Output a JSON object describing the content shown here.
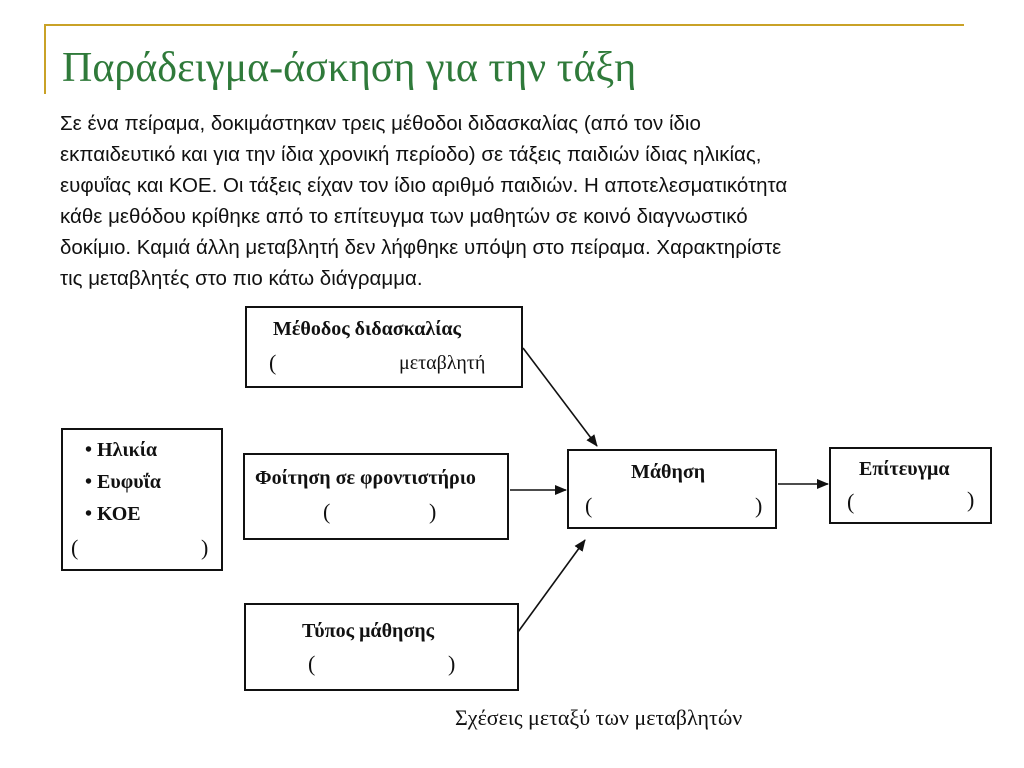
{
  "title": "Παράδειγμα-άσκηση για την τάξη",
  "paragraph_lines": [
    "Σε ένα πείραμα, δοκιμάστηκαν τρεις μέθοδοι διδασκαλίας (από τον ίδιο",
    "εκπαιδευτικό και για την ίδια χρονική περίοδο) σε τάξεις παιδιών ίδιας ηλικίας,",
    "ευφυΐας και ΚΟΕ. Οι τάξεις είχαν τον ίδιο αριθμό παιδιών. Η αποτελεσματικότητα",
    "κάθε μεθόδου κρίθηκε από το επίτευγμα των μαθητών σε κοινό διαγνωστικό",
    "δοκίμιο. Καμιά άλλη μεταβλητή δεν λήφθηκε υπόψη στο πείραμα. Χαρακτηρίστε",
    "τις μεταβλητές στο πιο κάτω διάγραμμα."
  ],
  "diagram": {
    "method_box": {
      "label": "Μέθοδος διδασκαλίας",
      "open_paren": "(",
      "variable_word": "μεταβλητή"
    },
    "controls_box": {
      "items": [
        "Ηλικία",
        "Ευφυΐα",
        "ΚΟΕ"
      ],
      "open_paren": "(",
      "close_paren": ")"
    },
    "tutoring_box": {
      "label": "Φοίτηση σε φροντιστήριο",
      "open_paren": "(",
      "close_paren": ")"
    },
    "learning_box": {
      "label": "Μάθηση",
      "open_paren": "(",
      "close_paren": ")"
    },
    "achievement_box": {
      "label": "Επίτευγμα",
      "open_paren": "(",
      "close_paren": ")"
    },
    "learning_type_box": {
      "label": "Τύπος μάθησης",
      "open_paren": "(",
      "close_paren": ")"
    },
    "caption": "Σχέσεις μεταξύ των μεταβλητών"
  }
}
